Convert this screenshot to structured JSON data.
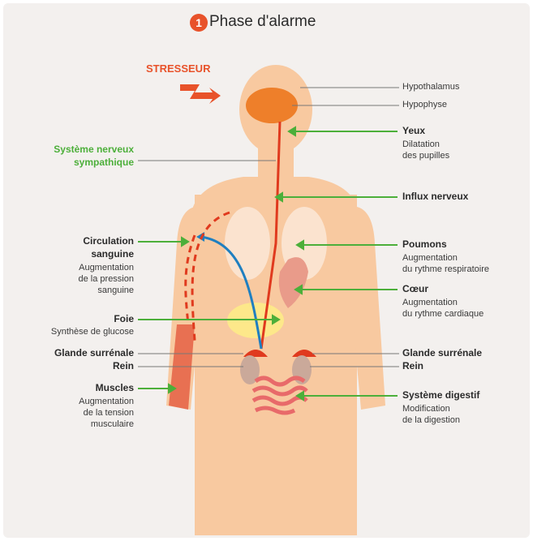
{
  "title": {
    "number": "1",
    "text": "Phase d'alarme"
  },
  "stressor": "STRESSEUR",
  "colors": {
    "accent": "#e8522a",
    "green": "#4caf3a",
    "blue": "#1f7fc0",
    "nerve": "#e03a1e",
    "body": "#f8c9a0"
  },
  "labels": {
    "hypothalamus": "Hypothalamus",
    "hypophyse": "Hypophyse",
    "yeux": {
      "name": "Yeux",
      "line1": "Dilatation",
      "line2": "des pupilles"
    },
    "snp": {
      "line1": "Système nerveux",
      "line2": "sympathique"
    },
    "influx": "Influx nerveux",
    "circulation": {
      "name1": "Circulation",
      "name2": "sanguine",
      "line1": "Augmentation",
      "line2": "de la pression",
      "line3": "sanguine"
    },
    "poumons": {
      "name": "Poumons",
      "line1": "Augmentation",
      "line2": "du rythme respiratoire"
    },
    "coeur": {
      "name": "Cœur",
      "line1": "Augmentation",
      "line2": "du rythme cardiaque"
    },
    "foie": {
      "name": "Foie",
      "line1": "Synthèse de glucose"
    },
    "surrenale_left": "Glande surrénale",
    "rein_left": "Rein",
    "surrenale_right": "Glande surrénale",
    "rein_right": "Rein",
    "muscles": {
      "name": "Muscles",
      "line1": "Augmentation",
      "line2": "de la tension",
      "line3": "musculaire"
    },
    "digestif": {
      "name": "Système digestif",
      "line1": "Modification",
      "line2": "de la digestion"
    }
  }
}
